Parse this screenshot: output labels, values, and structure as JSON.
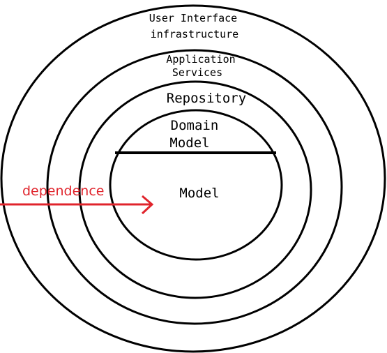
{
  "layers": {
    "outer_line1": "User Interface",
    "outer_line2": "infrastructure",
    "services_line1": "Application",
    "services_line2": "Services",
    "repository": "Repository",
    "domain_line1": "Domain",
    "domain_line2": "Model",
    "core": "Model"
  },
  "arrow": {
    "label": "dependence"
  },
  "colors": {
    "stroke": "#000000",
    "arrow": "#e0242c"
  }
}
